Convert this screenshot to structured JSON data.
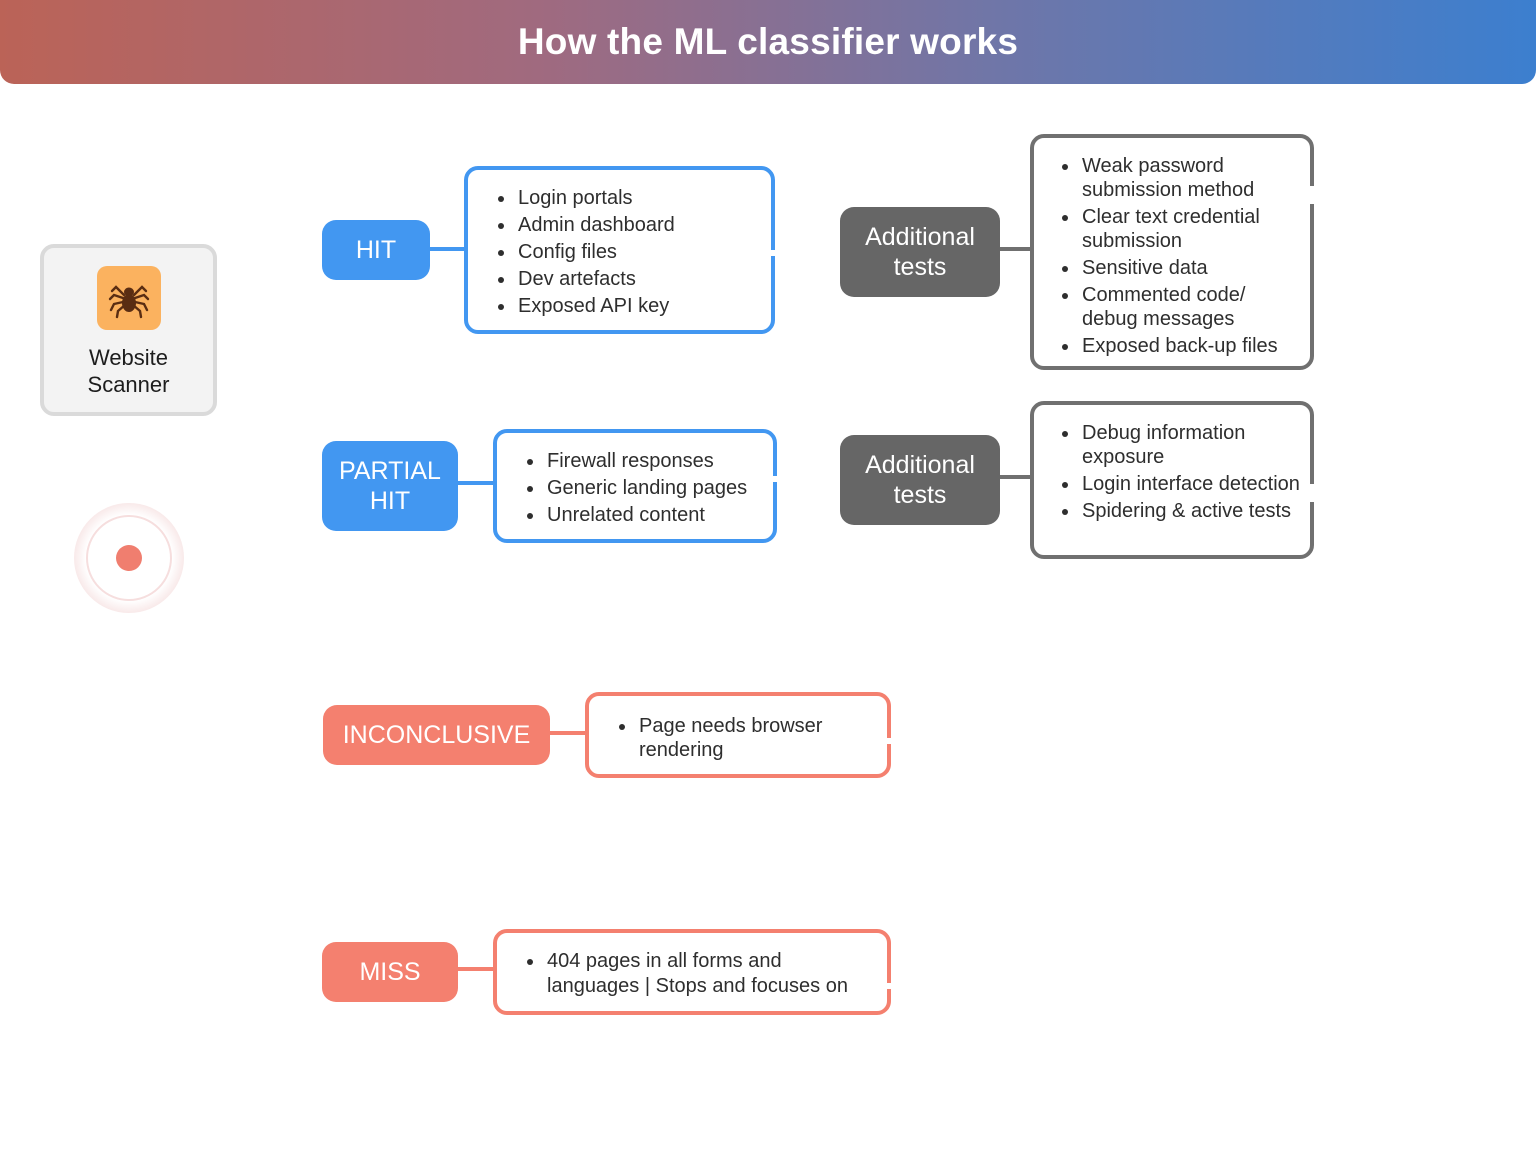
{
  "header": {
    "title": "How the ML classifier works"
  },
  "scanner": {
    "label": "Website Scanner",
    "icon": "spider-icon"
  },
  "status_indicator": {
    "icon": "pulse-dot-icon"
  },
  "colors": {
    "hit": "#4297f1",
    "miss": "#f4806f",
    "additional": "#666666",
    "header_gradient": [
      "#bb6357",
      "#3c7fcf"
    ]
  },
  "hit": {
    "label": "HIT",
    "items": [
      "Login portals",
      "Admin dashboard",
      "Config files",
      "Dev artefacts",
      "Exposed API key"
    ],
    "additional": {
      "label": "Additional tests",
      "items": [
        "Weak password submission method",
        "Clear text credential submission",
        "Sensitive data",
        "Commented code/ debug messages",
        "Exposed back-up files"
      ]
    }
  },
  "partial_hit": {
    "label": "PARTIAL HIT",
    "items": [
      "Firewall responses",
      "Generic landing pages",
      "Unrelated content"
    ],
    "additional": {
      "label": "Additional tests",
      "items": [
        "Debug information exposure",
        "Login interface detection",
        "Spidering & active tests"
      ]
    }
  },
  "inconclusive": {
    "label": "INCONCLUSIVE",
    "items": [
      "Page needs browser rendering"
    ]
  },
  "miss": {
    "label": "MISS",
    "items": [
      "404 pages in all forms and languages | Stops and focuses on"
    ]
  }
}
